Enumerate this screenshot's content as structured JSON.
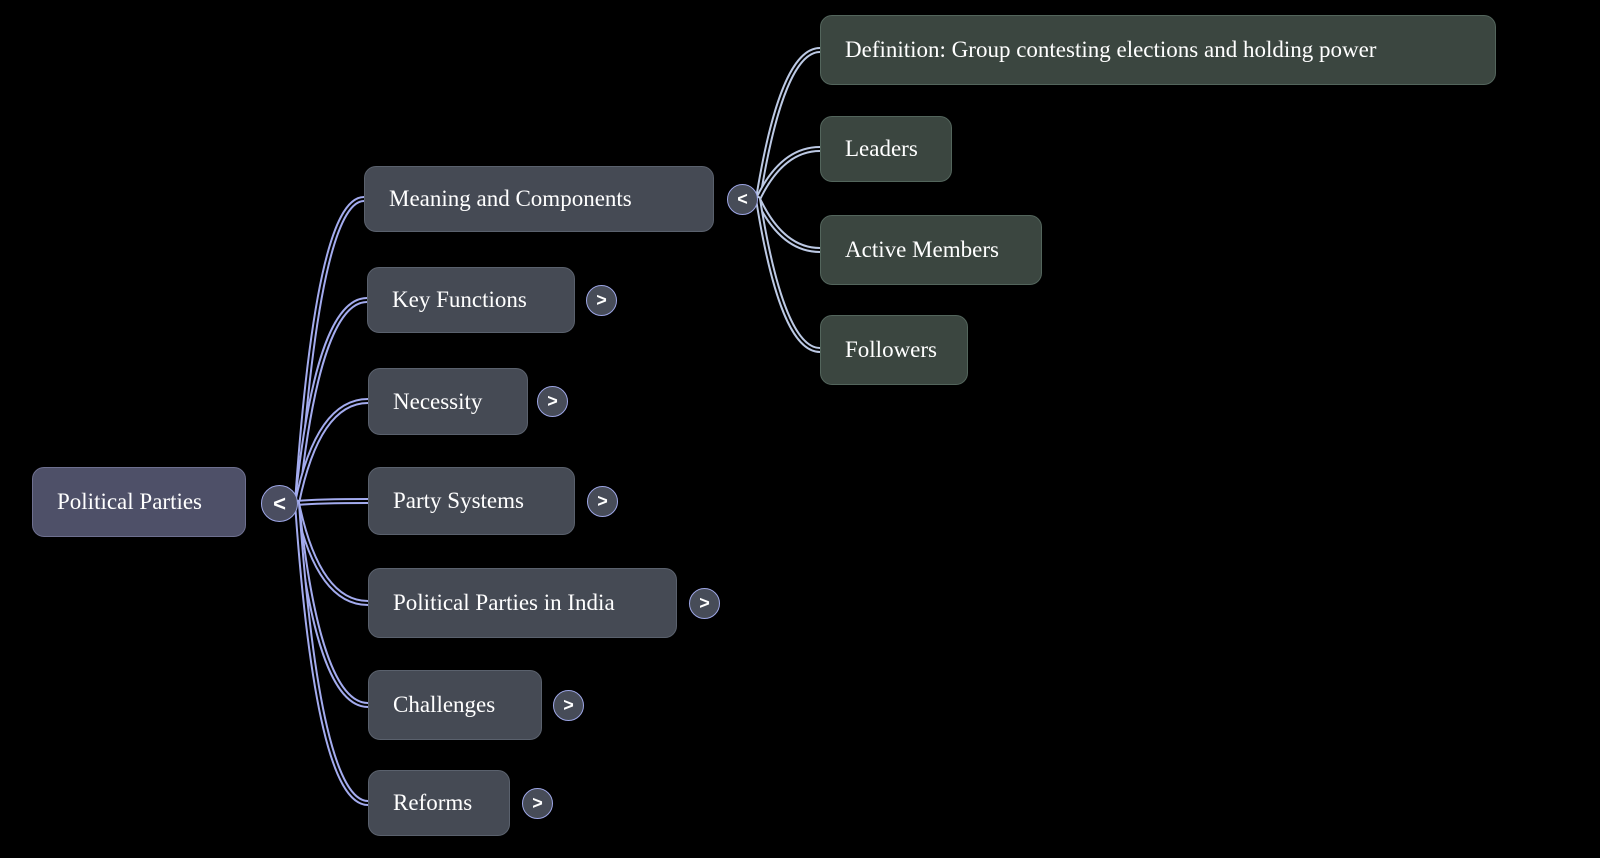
{
  "colors": {
    "background": "#000000",
    "root_node_fill": "#4e5068",
    "root_node_border": "#6e7090",
    "branch_node_fill": "#454a54",
    "branch_node_border": "#5a616d",
    "leaf_node_fill": "#3b4640",
    "leaf_node_border": "#53655c",
    "node_text": "#ffffff",
    "edge_root": "#a3abee",
    "edge_branch": "#bcc9e4",
    "toggle_fill": "#474c58",
    "root_toggle_fill": "#4a4d60",
    "toggle_ring": "#9da6e6",
    "toggle_glyph": "#ffffff",
    "collapse_glyph": "<",
    "expand_glyph": ">"
  },
  "mindmap": {
    "root": {
      "label": "Political Parties",
      "toggle": "<",
      "state": "expanded"
    },
    "children": [
      {
        "label": "Meaning and Components",
        "toggle": "<",
        "state": "expanded"
      },
      {
        "label": "Key Functions",
        "toggle": ">",
        "state": "collapsed"
      },
      {
        "label": "Necessity",
        "toggle": ">",
        "state": "collapsed"
      },
      {
        "label": "Party Systems",
        "toggle": ">",
        "state": "collapsed"
      },
      {
        "label": "Political Parties in India",
        "toggle": ">",
        "state": "collapsed"
      },
      {
        "label": "Challenges",
        "toggle": ">",
        "state": "collapsed"
      },
      {
        "label": "Reforms",
        "toggle": ">",
        "state": "collapsed"
      }
    ],
    "meaning_children": [
      {
        "label": "Definition: Group contesting elections and holding power"
      },
      {
        "label": "Leaders"
      },
      {
        "label": "Active Members"
      },
      {
        "label": "Followers"
      }
    ]
  }
}
